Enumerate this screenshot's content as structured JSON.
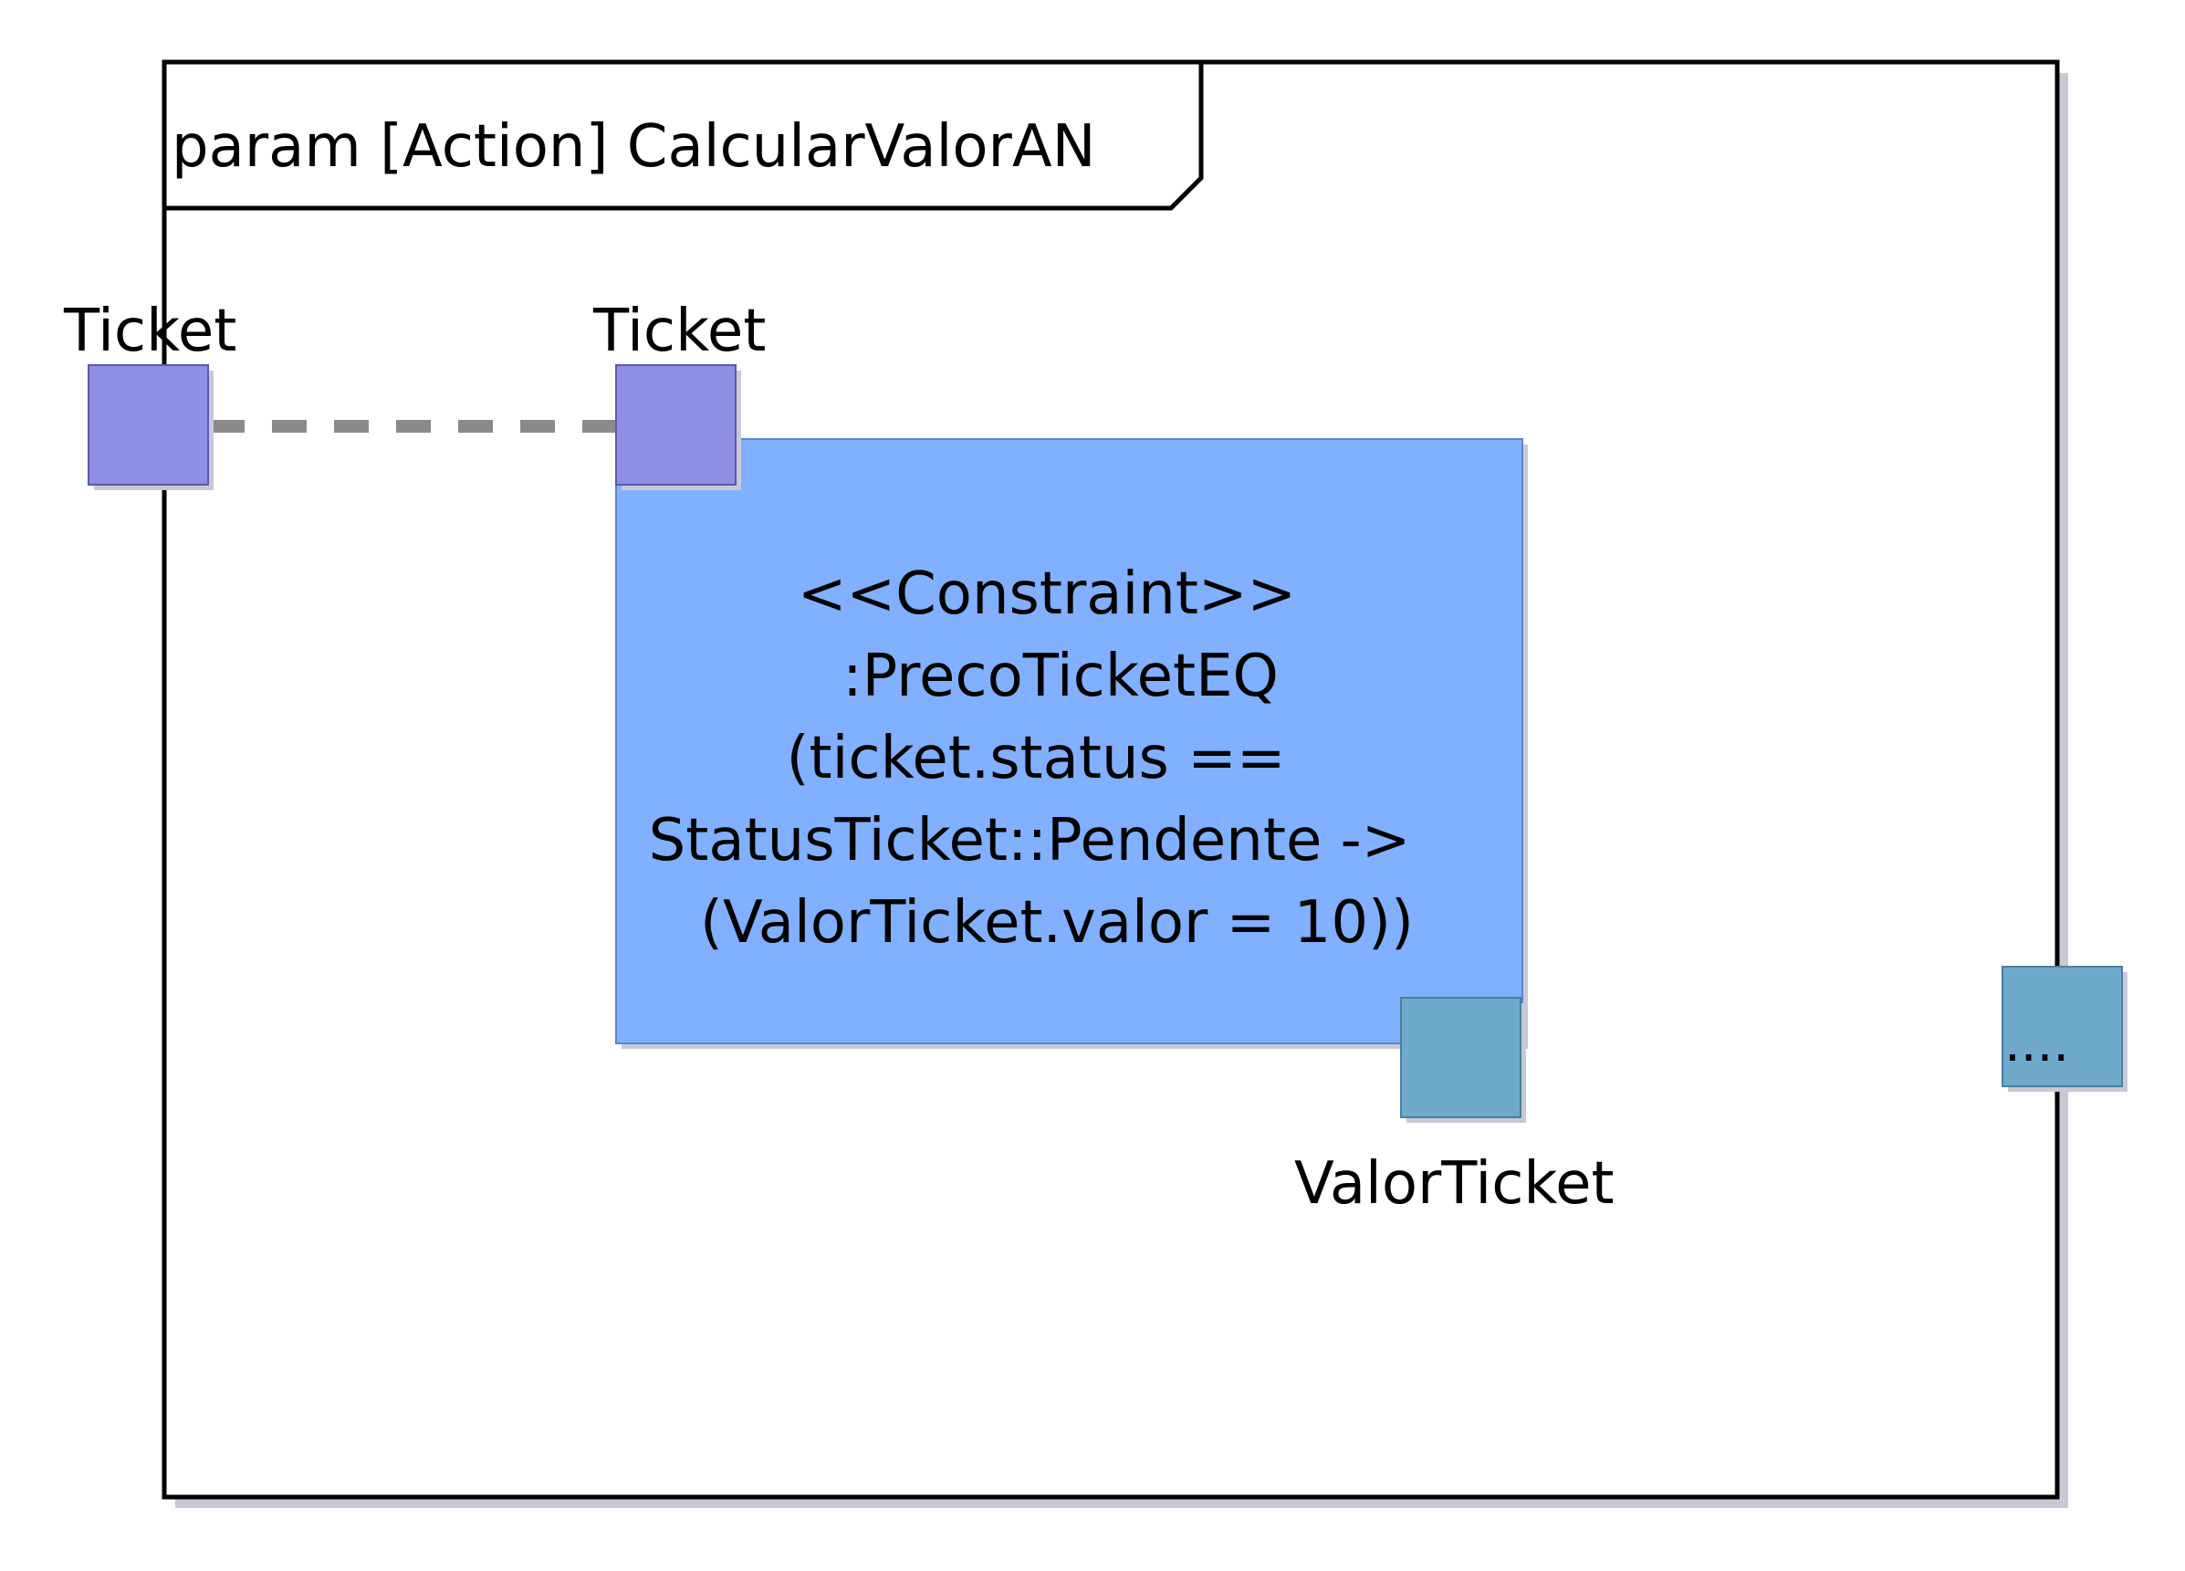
{
  "frame": {
    "title": "param [Action] CalcularValorAN"
  },
  "ports": {
    "outer_input": {
      "label": "Ticket"
    },
    "constraint_input": {
      "label": "Ticket"
    },
    "constraint_output": {
      "label": "ValorTicket"
    },
    "outer_output": {
      "label": "...."
    }
  },
  "constraint_block": {
    "stereotype": "<<Constraint>>",
    "name": ":PrecoTicketEQ",
    "expression_lines": [
      "(ticket.status ==",
      "StatusTicket::Pendente ->",
      "(ValorTicket.valor = 10))"
    ]
  },
  "colors": {
    "frame_stroke": "#000000",
    "shadow": "#c9c9d6",
    "port_input_fill": "#8f8fe6",
    "port_input_stroke": "#5a5ab0",
    "port_output_fill": "#6fa9cc",
    "port_output_stroke": "#4a7f9e",
    "constraint_fill": "#80b0ff",
    "constraint_stroke": "#5a87cc",
    "binding_connector": "#8a8a8a"
  }
}
